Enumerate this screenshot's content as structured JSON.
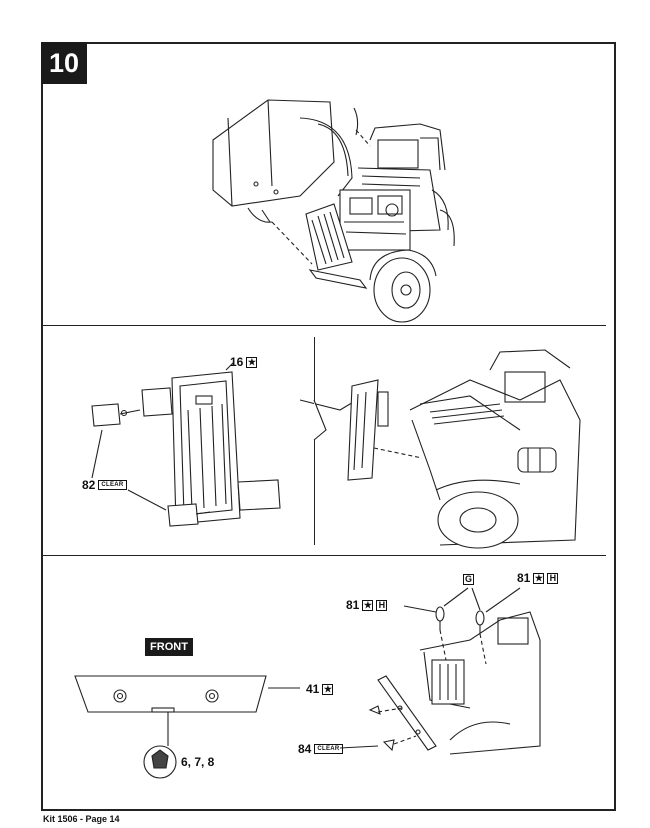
{
  "step": {
    "number": "10"
  },
  "panels": {
    "panel_b": {
      "part_grille": {
        "number": "16",
        "marker": "★"
      },
      "part_lights": {
        "number": "82",
        "tag": "CLEAR"
      }
    },
    "panel_c": {
      "front_label": "FRONT",
      "part_bumper": {
        "number": "41",
        "marker": "★"
      },
      "part_mirror_left": {
        "number": "81",
        "marker": "★",
        "tag": "H"
      },
      "part_mirror_right": {
        "number": "81",
        "marker": "★",
        "tag": "H"
      },
      "part_g": {
        "tag": "G"
      },
      "part_lenses": {
        "number": "84",
        "tag": "CLEAR"
      },
      "decals": {
        "numbers": "6, 7, 8"
      }
    }
  },
  "footer": {
    "text": "Kit 1506 - Page 14"
  }
}
